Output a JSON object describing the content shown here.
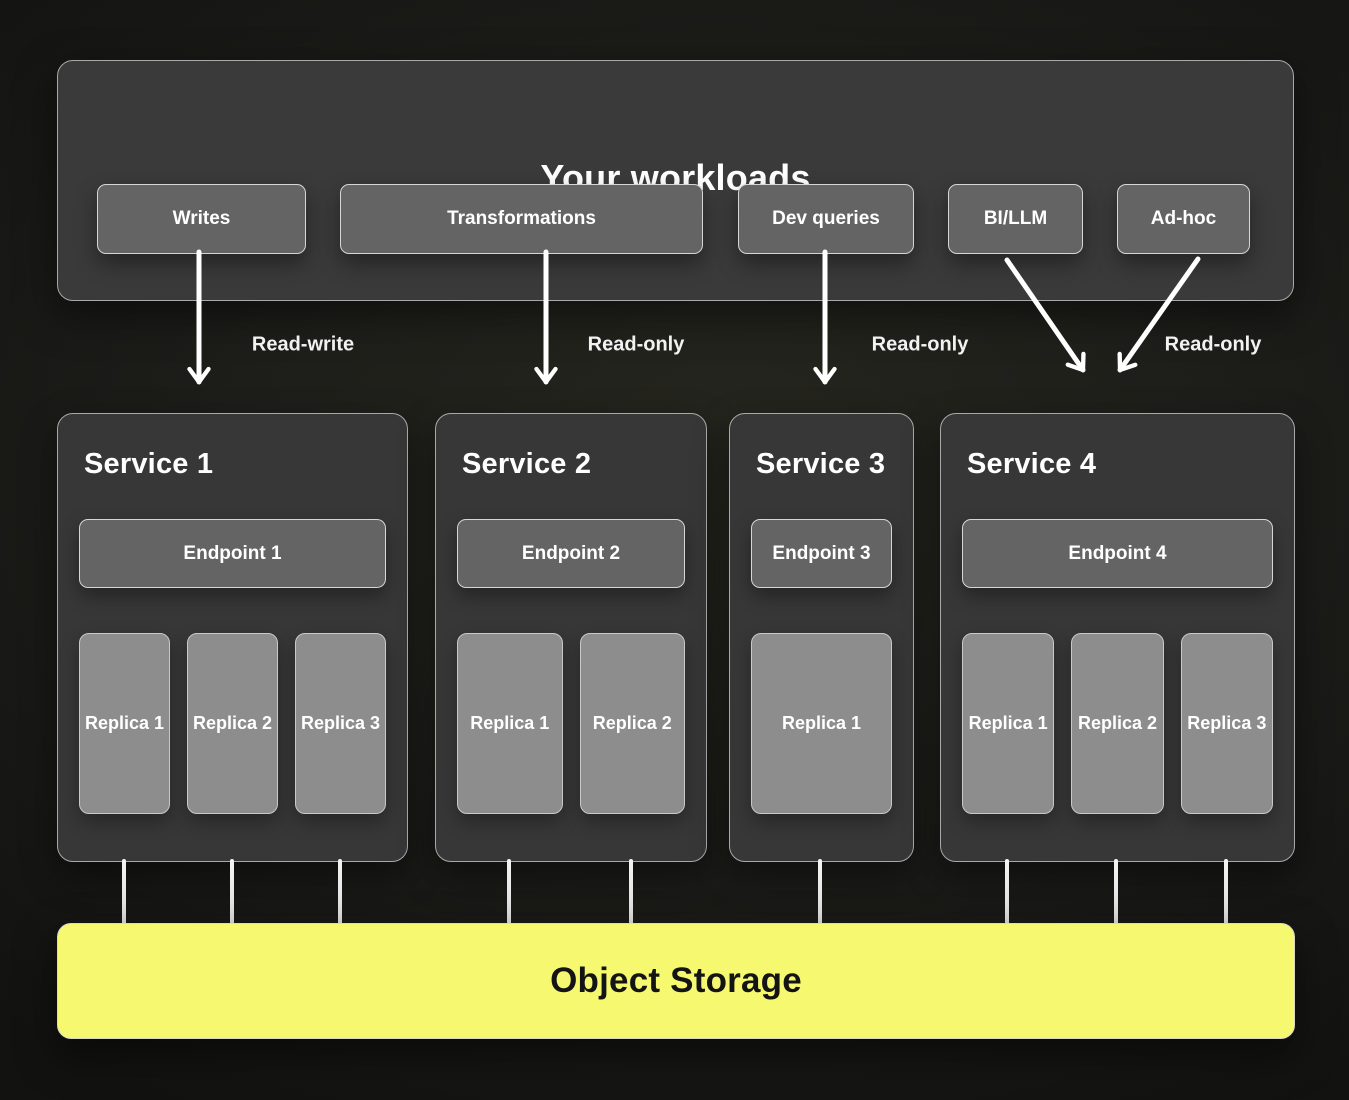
{
  "workloads": {
    "title": "Your workloads",
    "items": [
      {
        "label": "Writes"
      },
      {
        "label": "Transformations"
      },
      {
        "label": "Dev queries"
      },
      {
        "label": "BI/LLM"
      },
      {
        "label": "Ad-hoc"
      }
    ]
  },
  "flows": [
    {
      "label": "Read-write",
      "from": "Writes",
      "to": "Service 1"
    },
    {
      "label": "Read-only",
      "from": "Transformations",
      "to": "Service 2"
    },
    {
      "label": "Read-only",
      "from": "Dev queries",
      "to": "Service 3"
    },
    {
      "label": "Read-only",
      "from": "BI/LLM and Ad-hoc",
      "to": "Service 4"
    }
  ],
  "services": [
    {
      "name": "Service 1",
      "endpoint": "Endpoint 1",
      "replicas": [
        "Replica 1",
        "Replica 2",
        "Replica 3"
      ]
    },
    {
      "name": "Service 2",
      "endpoint": "Endpoint 2",
      "replicas": [
        "Replica 1",
        "Replica 2"
      ]
    },
    {
      "name": "Service 3",
      "endpoint": "Endpoint 3",
      "replicas": [
        "Replica 1"
      ]
    },
    {
      "name": "Service 4",
      "endpoint": "Endpoint 4",
      "replicas": [
        "Replica 1",
        "Replica 2",
        "Replica 3"
      ]
    }
  ],
  "storage": {
    "label": "Object Storage"
  },
  "colors": {
    "storage_fill": "#F6F96F",
    "storage_text": "#141414",
    "panel_fill": "#3A3A3A",
    "service_fill": "#373737",
    "panel_border": "#A9A9A9",
    "chip_fill": "#646464",
    "chip_border": "#D6D6D6",
    "replica_fill": "#8D8D8D",
    "replica_border": "#C9C9C9",
    "arrow": "#FFFFFF"
  }
}
